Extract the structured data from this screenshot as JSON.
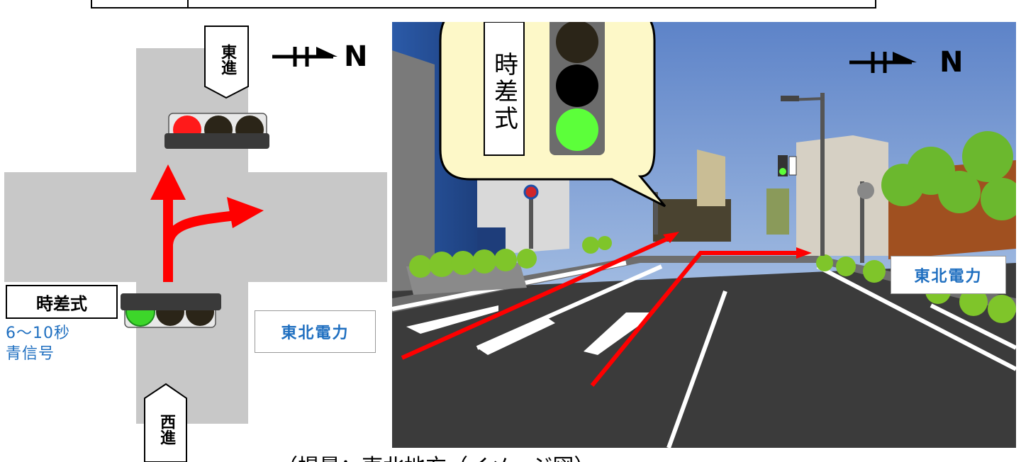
{
  "left_diagram": {
    "east_label": "東進",
    "west_label": "西進",
    "north_mark": "N",
    "signal_type_label": "時差式",
    "green_duration": "6～10秒",
    "green_signal": "青信号",
    "building_label": "東北電力"
  },
  "right_scene": {
    "north_mark": "N",
    "callout_label": "時差式",
    "building_label": "東北電力"
  },
  "caption": {
    "partial_text": "（場景：東北地方（イメージ図）"
  },
  "colors": {
    "red": "#ff0000",
    "green": "#5cff3a",
    "road_gray": "#c8c8c8",
    "blue_text": "#1f6fc0"
  }
}
